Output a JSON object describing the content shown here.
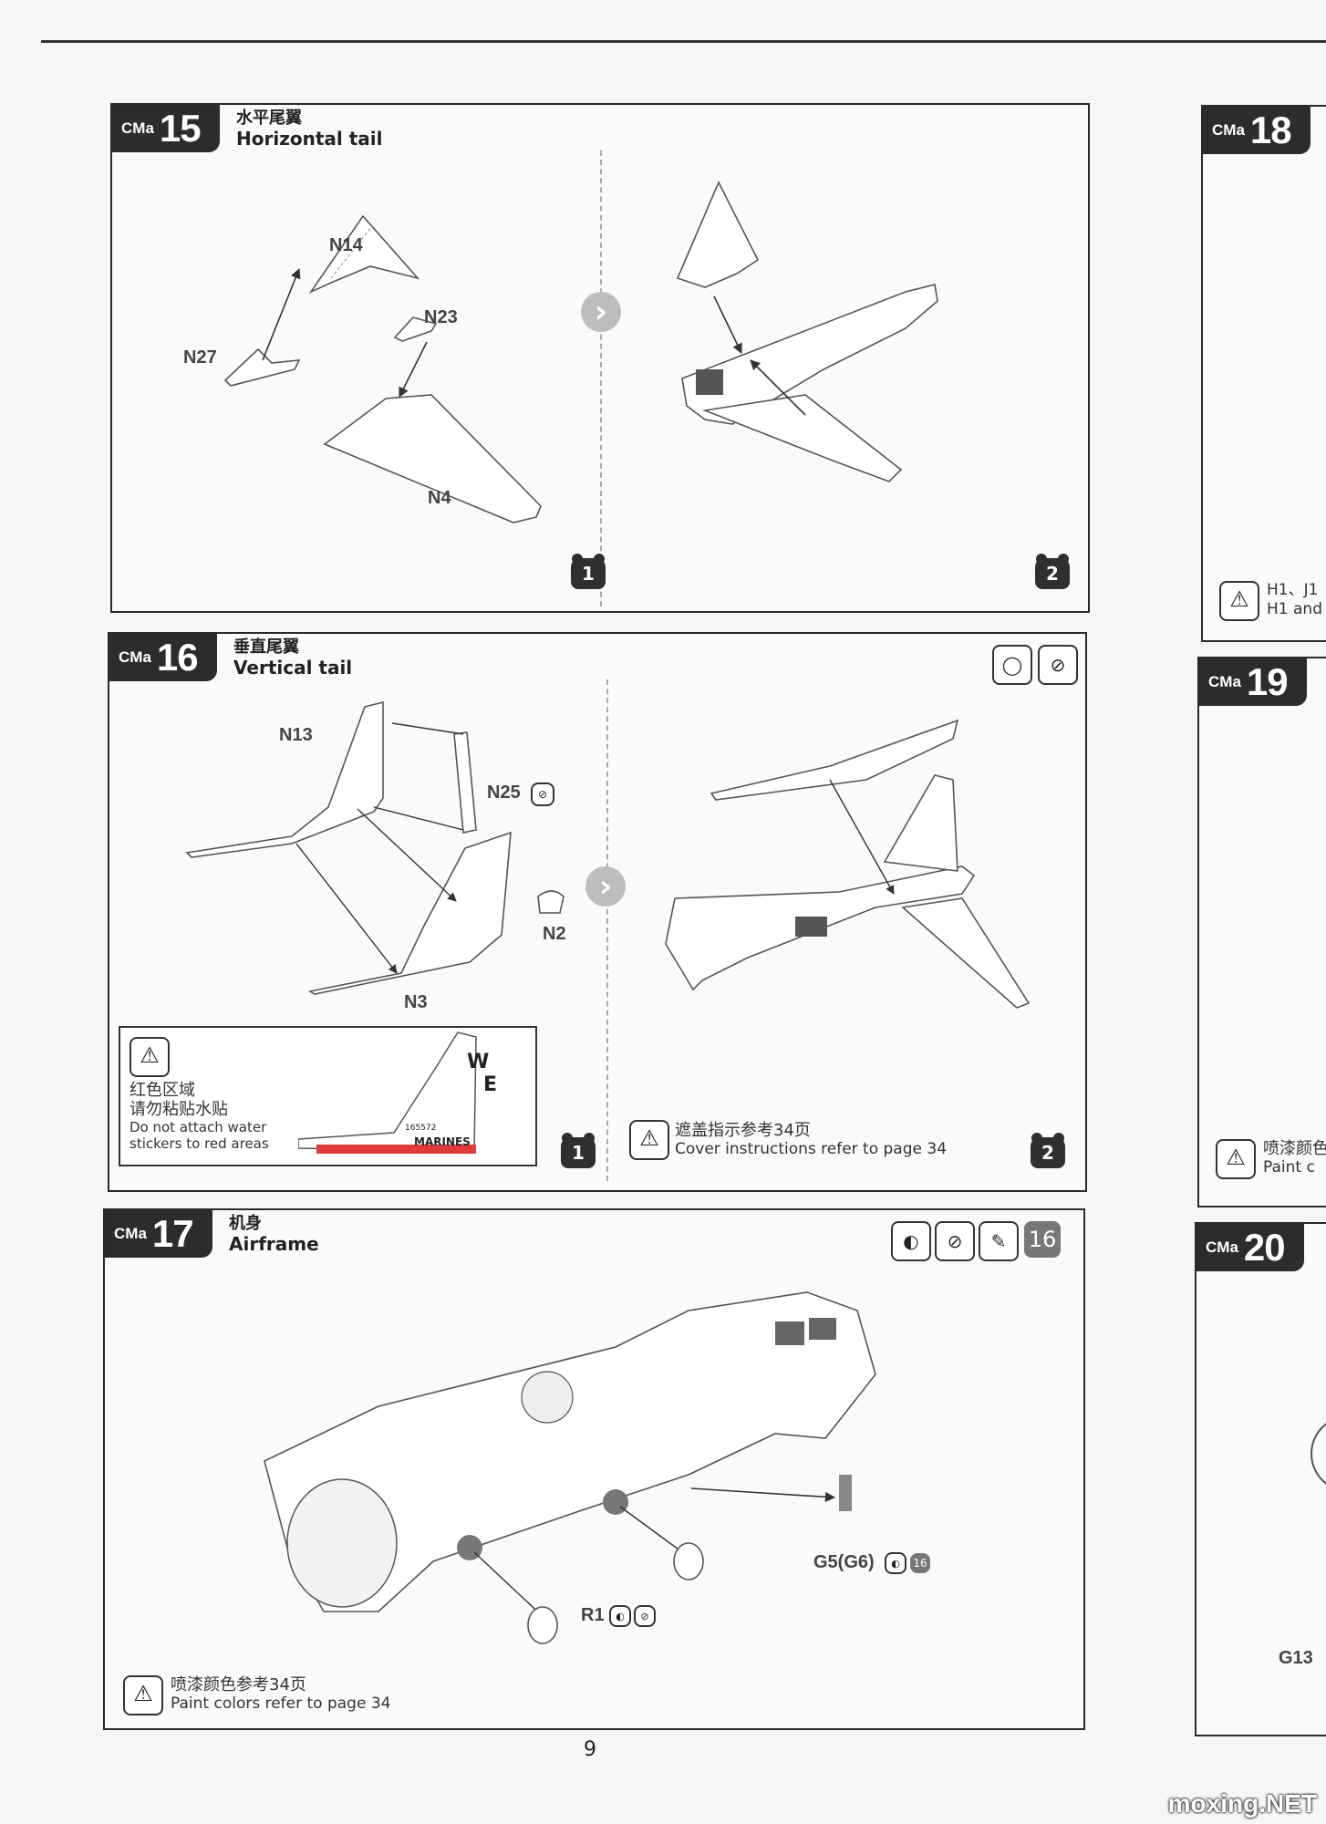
{
  "page_number": "9",
  "watermark": "moxing.NET",
  "brand": "CMa",
  "steps": [
    {
      "number": "15",
      "title_zh": "水平尾翼",
      "title_en": "Horizontal tail",
      "parts": [
        "N14",
        "N23",
        "N27",
        "N4"
      ],
      "sub_steps": [
        "1",
        "2"
      ]
    },
    {
      "number": "16",
      "title_zh": "垂直尾翼",
      "title_en": "Vertical tail",
      "parts": [
        "N13",
        "N25",
        "N2",
        "N3"
      ],
      "sub_steps": [
        "1",
        "2"
      ],
      "decal_warning": {
        "zh_line1": "红色区域",
        "zh_line2": "请勿粘贴水贴",
        "en_line1": "Do not attach water",
        "en_line2": "stickers to red areas",
        "tail_text_w": "W",
        "tail_text_e": "E",
        "serial": "165572",
        "marines": "MARINES"
      },
      "cover_note": {
        "zh": "遮盖指示参考34页",
        "en": "Cover instructions refer to page 34"
      }
    },
    {
      "number": "17",
      "title_zh": "机身",
      "title_en": "Airframe",
      "header_chip": "16",
      "part_g5": "G5(G6)",
      "part_g5_chip": "16",
      "part_r1": "R1",
      "paint_note": {
        "zh": "喷漆颜色参考34页",
        "en": "Paint colors refer to page 34"
      }
    }
  ],
  "side_steps": [
    {
      "number": "18",
      "note_line1": "H1、J1",
      "note_line2": "H1 and"
    },
    {
      "number": "19",
      "note_line1": "喷漆颜色",
      "note_line2": "Paint c"
    },
    {
      "number": "20",
      "part": "G13"
    }
  ],
  "colors": {
    "badge": "#2c2c2c",
    "red_area": "#e03a3a",
    "chip_gray": "#777777"
  },
  "icons": [
    "bear-sub-step-icon",
    "apply-glue-icon",
    "no-glue-icon",
    "paint-icon",
    "warning-icon"
  ]
}
